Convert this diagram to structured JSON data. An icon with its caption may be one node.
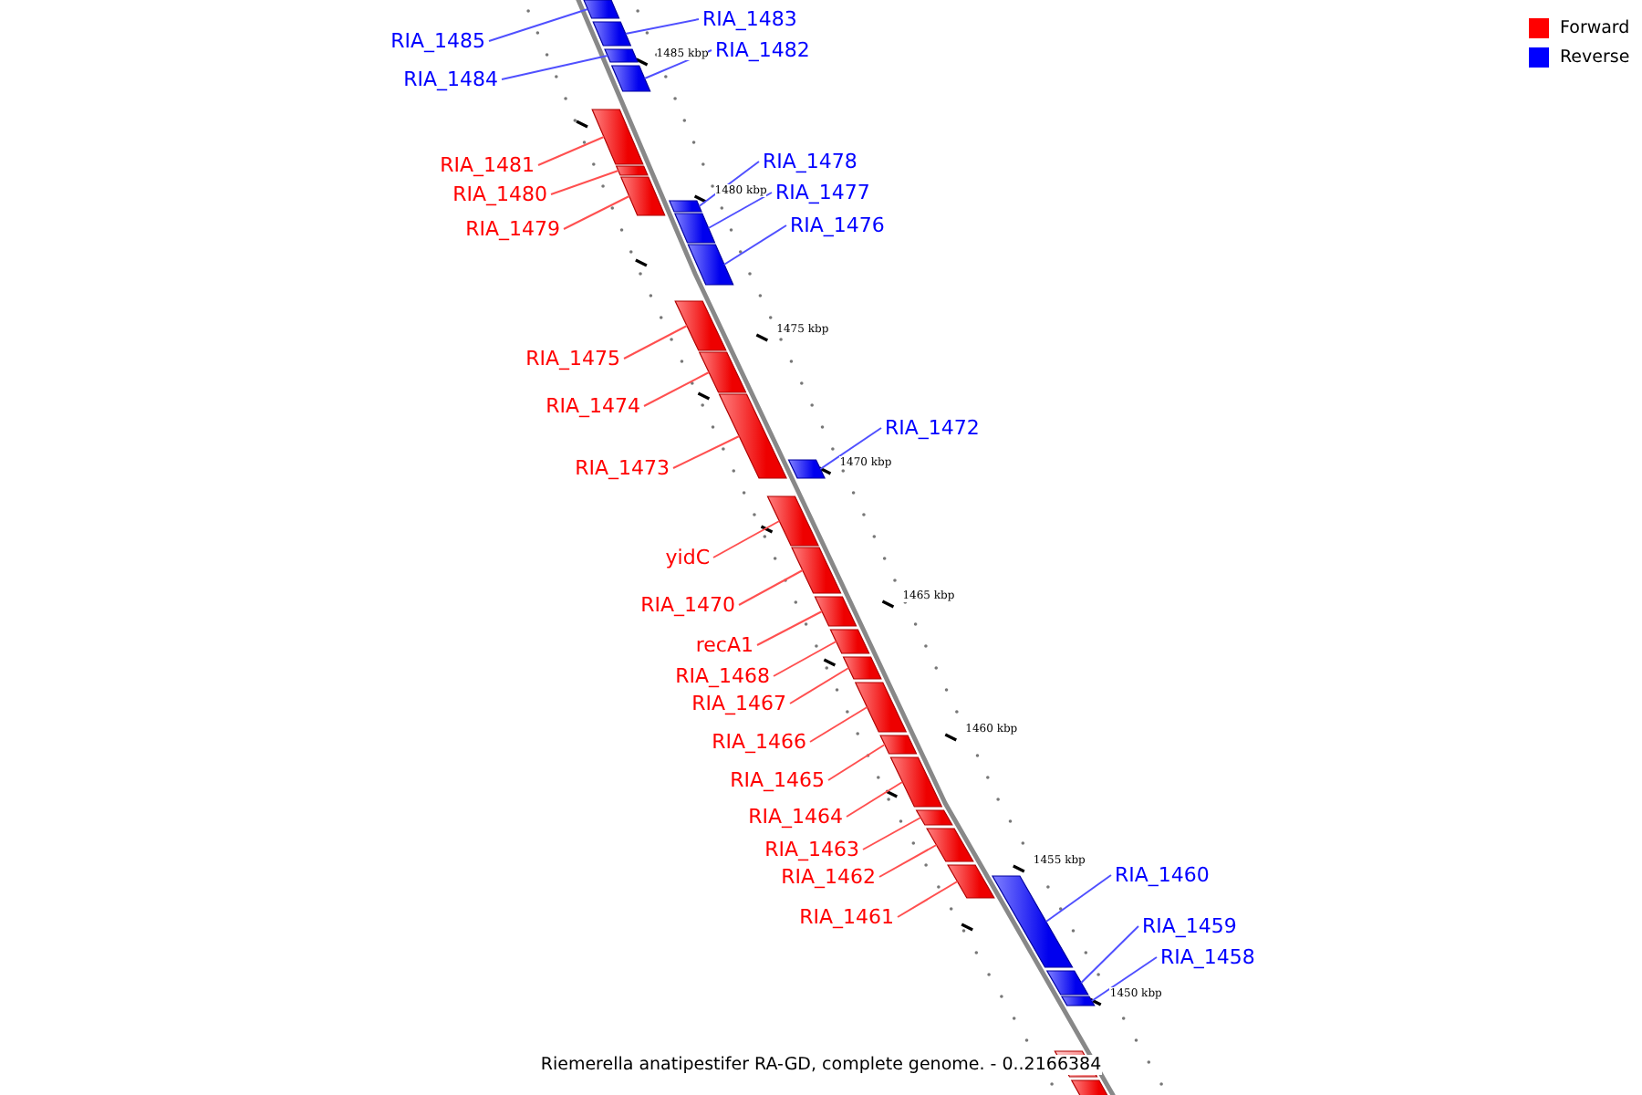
{
  "diagram": {
    "caption": "Riemerella anatipestifer RA-GD, complete genome. - 0..2166384",
    "nodes": [
      {
        "text": [
          "RIA_1483"
        ]
      },
      {
        "text": [],
        "shape": "bar"
      },
      {
        "text": [
          "RIA_1485"
        ]
      },
      {
        "text": [],
        "shape": "bar"
      },
      {
        "text": [
          "RIA_1482"
        ]
      },
      {
        "text": [],
        "shape": "bar"
      },
      {
        "text": [
          "RIA_1484"
        ]
      },
      {
        "text": [],
        "shape": "bar"
      },
      {
        "text": [
          "RIA_1478"
        ]
      },
      {
        "text": [],
        "shape": "bar"
      },
      {
        "text": [
          "RIA_1481"
        ]
      },
      {
        "text": [],
        "shape": "bar"
      },
      {
        "text": [
          "RIA_1477"
        ]
      },
      {
        "text": [],
        "shape": "bar"
      },
      {
        "text": [
          "RIA_1480"
        ]
      },
      {
        "text": [],
        "shape": "bar"
      },
      {
        "text": [
          "RIA_1476"
        ]
      },
      {
        "text": [],
        "shape": "bar"
      },
      {
        "text": [
          "RIA_1479"
        ]
      },
      {
        "text": [],
        "shape": "bar"
      },
      {
        "text": [
          "RIA_1475"
        ]
      },
      {
        "text": [],
        "shape": "bar"
      },
      {
        "text": [
          "RIA_1474"
        ]
      },
      {
        "text": [],
        "shape": "bar"
      },
      {
        "text": [
          "RIA_1472"
        ]
      },
      {
        "text": [],
        "shape": "bar"
      },
      {
        "text": [
          "RIA_1473"
        ]
      },
      {
        "text": [],
        "shape": "bar"
      },
      {
        "text": [
          "yidC"
        ]
      },
      {
        "text": [],
        "shape": "bar"
      },
      {
        "text": [
          "RIA_1470"
        ]
      },
      {
        "text": [],
        "shape": "bar"
      },
      {
        "text": [
          "recA1"
        ]
      },
      {
        "text": [],
        "shape": "bar"
      },
      {
        "text": [
          "RIA_1468"
        ]
      },
      {
        "text": [],
        "shape": "bar"
      },
      {
        "text": [
          "RIA_1467"
        ]
      },
      {
        "text": [],
        "shape": "bar"
      },
      {
        "text": [
          "RIA_1466"
        ]
      },
      {
        "text": [],
        "shape": "bar"
      },
      {
        "text": [
          "RIA_1465"
        ]
      },
      {
        "text": [],
        "shape": "bar"
      },
      {
        "text": [
          "RIA_1464"
        ]
      },
      {
        "text": [],
        "shape": "bar"
      },
      {
        "text": [
          "RIA_1463"
        ]
      },
      {
        "text": [],
        "shape": "bar"
      },
      {
        "text": [
          "RIA_1460"
        ]
      },
      {
        "text": [],
        "shape": "bar"
      },
      {
        "text": [
          "RIA_1462"
        ]
      },
      {
        "text": [],
        "shape": "bar"
      },
      {
        "text": [
          "RIA_1461"
        ]
      },
      {
        "text": [],
        "shape": "bar"
      },
      {
        "text": [
          "RIA_1459"
        ]
      },
      {
        "text": [],
        "shape": "bar"
      },
      {
        "text": [
          "RIA_1458"
        ]
      },
      {
        "text": [],
        "shape": "bar"
      },
      {
        "text": [],
        "shape": "bar"
      },
      {
        "text": [],
        "shape": "bar"
      }
    ],
    "edges": [
      {
        "from": 0,
        "to": 1,
        "arrow": "none",
        "color": "#5050ff"
      },
      {
        "from": 2,
        "to": 3,
        "arrow": "none",
        "color": "#5050ff"
      },
      {
        "from": 4,
        "to": 5,
        "arrow": "none",
        "color": "#5050ff"
      },
      {
        "from": 6,
        "to": 7,
        "arrow": "none",
        "color": "#5050ff"
      },
      {
        "from": 8,
        "to": 9,
        "arrow": "none",
        "color": "#5050ff"
      },
      {
        "from": 10,
        "to": 11,
        "arrow": "none"
      },
      {
        "from": 12,
        "to": 13,
        "arrow": "none",
        "color": "#5050ff"
      },
      {
        "from": 14,
        "to": 15,
        "arrow": "none"
      },
      {
        "from": 16,
        "to": 17,
        "arrow": "none",
        "color": "#5050ff"
      },
      {
        "from": 18,
        "to": 19,
        "arrow": "none"
      },
      {
        "from": 20,
        "to": 21,
        "arrow": "none"
      },
      {
        "from": 22,
        "to": 23,
        "arrow": "none"
      },
      {
        "from": 24,
        "to": 25,
        "arrow": "none",
        "color": "#5050ff"
      },
      {
        "from": 26,
        "to": 27,
        "arrow": "none"
      },
      {
        "from": 28,
        "to": 29,
        "arrow": "none"
      },
      {
        "from": 30,
        "to": 31,
        "arrow": "none"
      },
      {
        "from": 32,
        "to": 33,
        "arrow": "none"
      },
      {
        "from": 34,
        "to": 35,
        "arrow": "none"
      },
      {
        "from": 36,
        "to": 37,
        "arrow": "none"
      },
      {
        "from": 38,
        "to": 39,
        "arrow": "none"
      },
      {
        "from": 40,
        "to": 41,
        "arrow": "none"
      },
      {
        "from": 42,
        "to": 43,
        "arrow": "none"
      },
      {
        "from": 44,
        "to": 45,
        "arrow": "none"
      },
      {
        "from": 46,
        "to": 47,
        "arrow": "none",
        "color": "#5050ff"
      },
      {
        "from": 48,
        "to": 49,
        "arrow": "none"
      },
      {
        "from": 50,
        "to": 51,
        "arrow": "none"
      },
      {
        "from": 52,
        "to": 53,
        "arrow": "none",
        "color": "#5050ff"
      },
      {
        "from": 54,
        "to": 55,
        "arrow": "none",
        "color": "#5050ff"
      }
    ],
    "labels": [
      "1485 kbp",
      "1480 kbp",
      "1475 kbp",
      "1470 kbp",
      "1465 kbp",
      "1460 kbp",
      "1455 kbp",
      "1450 kbp"
    ],
    "legend": [
      {
        "text": "Forward",
        "color": "#ff0000"
      },
      {
        "text": "Reverse",
        "color": "#0000ff"
      }
    ]
  }
}
